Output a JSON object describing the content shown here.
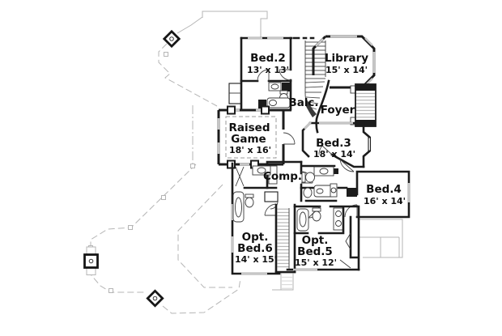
{
  "rooms": {
    "bed2": {
      "name": "Bed.2",
      "dims": "13' x 13'"
    },
    "library": {
      "name": "Library",
      "dims": "15' x 14'"
    },
    "balcony": {
      "name": "Balc."
    },
    "foyer": {
      "name": "Foyer"
    },
    "raised_game": {
      "name_line1": "Raised",
      "name_line2": "Game",
      "dims": "18' x 16'"
    },
    "bed3": {
      "name": "Bed.3",
      "dims": "18' x 14'"
    },
    "computer": {
      "name": "Comp."
    },
    "bed4": {
      "name": "Bed.4",
      "dims": "16' x 14'"
    },
    "opt_bed6": {
      "name_line1": "Opt.",
      "name_line2": "Bed.6",
      "dims": "14' x 15'"
    },
    "opt_bed5": {
      "name_line1": "Opt.",
      "name_line2": "Bed.5",
      "dims": "15' x 12'"
    }
  },
  "colors": {
    "walls": "#1c1c1c",
    "roof_lines": "#b5b5b5",
    "stair_hatch": "#9c9c9c",
    "window": "#c6c6c6",
    "text": "#101010",
    "background": "#ffffff"
  }
}
